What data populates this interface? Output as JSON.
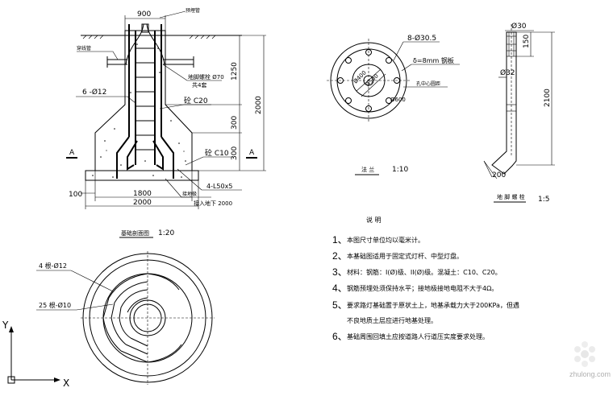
{
  "elevation": {
    "dims": {
      "top_width": "900",
      "d1250": "1250",
      "d2000": "2000",
      "d300a": "300",
      "d300b": "300",
      "bot1800": "1800",
      "bot2000": "2000",
      "d100": "100"
    },
    "labels": {
      "top_label": "预埋管",
      "left_tube": "穿线管",
      "bolt": "地脚螺栓 Ø70",
      "bolt2": "共4套",
      "rebar": "6 -Ø12",
      "c20": "砼 C20",
      "c10": "砼 C10",
      "angle": "4-L50x5",
      "ground": "接地极",
      "ground_len": "接入地下 2000",
      "section": "A"
    },
    "title": "基础剖面图",
    "scale": "1:20"
  },
  "plan": {
    "label_ring": "4 根-Ø12",
    "label_ties": "25 根-Ø10"
  },
  "flange": {
    "holes": "8-Ø30.5",
    "plate": "δ=8mm 钢板",
    "d400": "Ø400",
    "d500": "Ø500",
    "d600": "Ø600",
    "center": "孔中心圆距",
    "title": "法 兰",
    "scale": "1:10"
  },
  "anchor": {
    "d30": "Ø30",
    "d150": "150",
    "d32": "Ø32",
    "d2100": "2100",
    "d200": "200",
    "title": "地 脚 螺 栓",
    "scale": "1:5"
  },
  "notes": {
    "title": "说  明",
    "items": [
      {
        "num": "1、",
        "text": "本图尺寸单位均以毫米计。"
      },
      {
        "num": "2、",
        "text": "本基础图适用于固定式灯杆、中型灯盘。"
      },
      {
        "num": "3、",
        "text": "材料：钢筋：I(Ø)级、II(Ø)级。混凝土：C10、C20。"
      },
      {
        "num": "4、",
        "text": "钢筋预埋处须保持水平；接地极接地电阻不大于4Ω。"
      },
      {
        "num": "5、",
        "text": "要求路灯基础置于原状土上，地基承载力大于200KPa，但遇"
      },
      {
        "num": "",
        "text": "不良地质土层应进行地基处理。"
      },
      {
        "num": "6、",
        "text": "基础周围回填土应按道路人行道压实度要求处理。"
      }
    ]
  },
  "axes": {
    "y": "Y",
    "x": "X"
  },
  "watermark": "zhulong.com"
}
